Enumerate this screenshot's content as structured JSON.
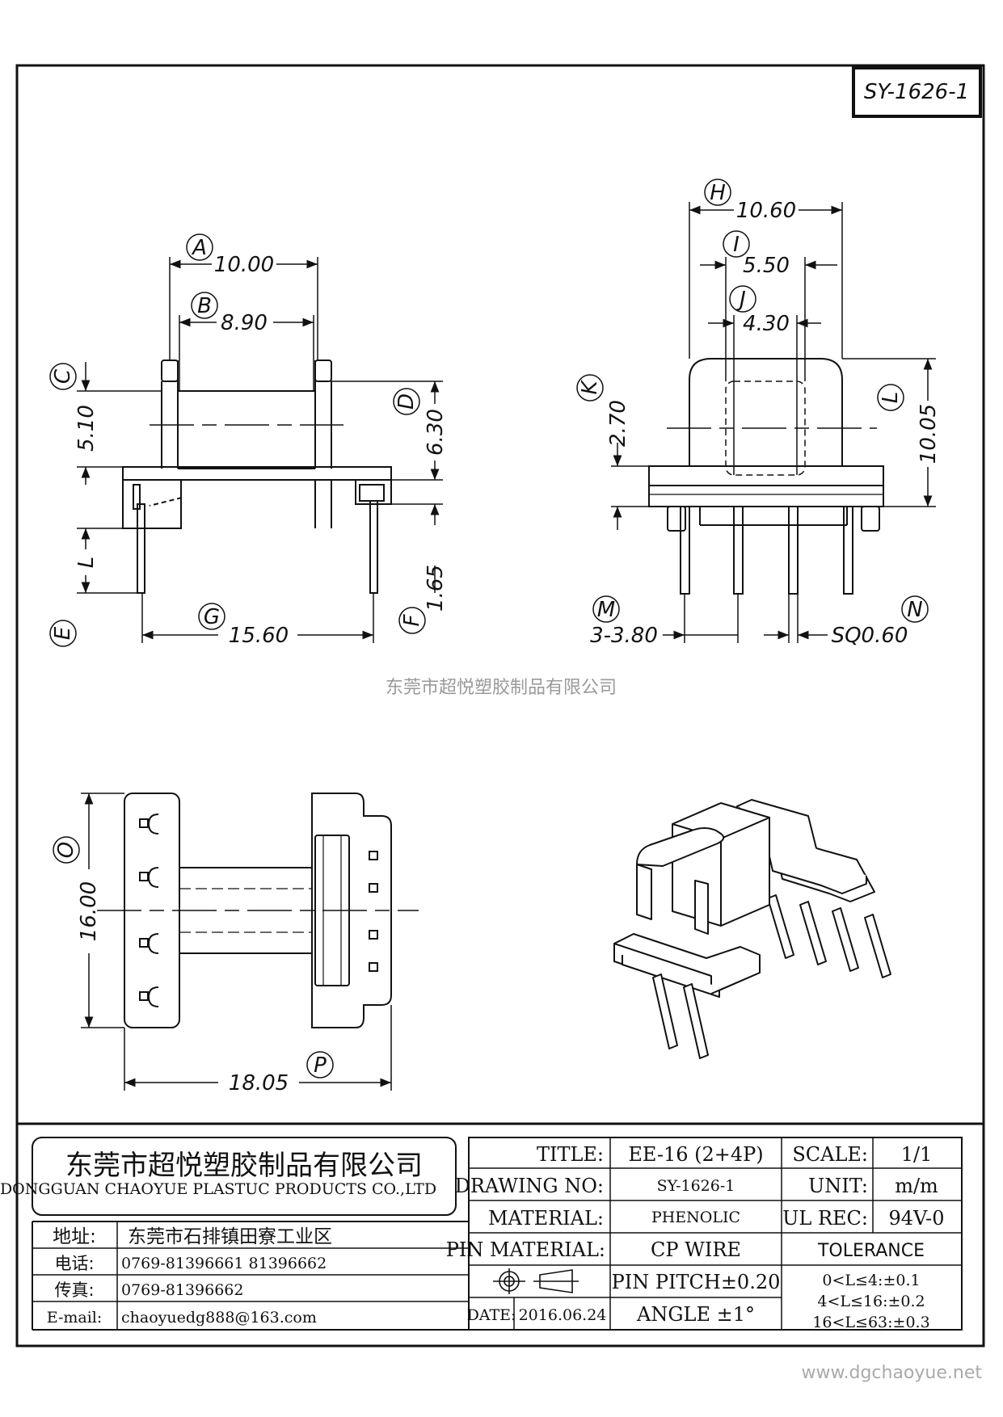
{
  "drawing_id": "SY-1626-1",
  "watermark_company": "东莞市超悦塑胶制品有限公司",
  "site": "www.dgchaoyue.net",
  "views": {
    "side": {
      "A": {
        "letter": "A",
        "value": "10.00"
      },
      "B": {
        "letter": "B",
        "value": "8.90"
      },
      "C": {
        "letter": "C",
        "value": "5.10"
      },
      "D": {
        "letter": "D",
        "value": "6.30"
      },
      "L": "L",
      "E": "E",
      "F": {
        "letter": "F",
        "value": "1.65"
      },
      "G": {
        "letter": "G",
        "value": "15.60"
      }
    },
    "front": {
      "H": {
        "letter": "H",
        "value": "10.60"
      },
      "I": {
        "letter": "I",
        "value": "5.50"
      },
      "J": {
        "letter": "J",
        "value": "4.30"
      },
      "K": {
        "letter": "K",
        "value": "2.70"
      },
      "L": {
        "letter": "L",
        "value": "10.05"
      },
      "M": {
        "letter": "M",
        "value": "3-3.80"
      },
      "N": {
        "letter": "N",
        "value": "SQ0.60"
      }
    },
    "bottom": {
      "O": {
        "letter": "O",
        "value": "16.00"
      },
      "P": {
        "letter": "P",
        "value": "18.05"
      }
    }
  },
  "title_block": {
    "company_cn": "东莞市超悦塑胶制品有限公司",
    "company_en": "DONGGUAN CHAOYUE PLASTUC PRODUCTS CO.,LTD",
    "address_label": "地址:",
    "address": "东莞市石排镇田寮工业区",
    "phone_label": "电话:",
    "phone": "0769-81396661   81396662",
    "fax_label": "传真:",
    "fax": "0769-81396662",
    "email_label": "E-mail:",
    "email": "chaoyuedg888@163.com",
    "title_label": "TITLE:",
    "title": "EE-16  (2+4P)",
    "scale_label": "SCALE:",
    "scale": "1/1",
    "drawing_no_label": "DRAWING NO:",
    "drawing_no": "SY-1626-1",
    "unit_label": "UNIT:",
    "unit": "m/m",
    "material_label": "MATERIAL:",
    "material": "PHENOLIC",
    "ul_label": "UL REC:",
    "ul": "94V-0",
    "pin_material_label": "PIN MATERIAL:",
    "pin_material": "CP  WIRE",
    "tolerance_label": "TOLERANCE",
    "pin_pitch": "PIN PITCH±0.20",
    "tol1": "0<L≤4:±0.1",
    "tol2": "4<L≤16:±0.2",
    "tol3": "16<L≤63:±0.3",
    "date_label": "DATE:",
    "date": "2016.06.24",
    "angle": "ANGLE  ±1°"
  }
}
